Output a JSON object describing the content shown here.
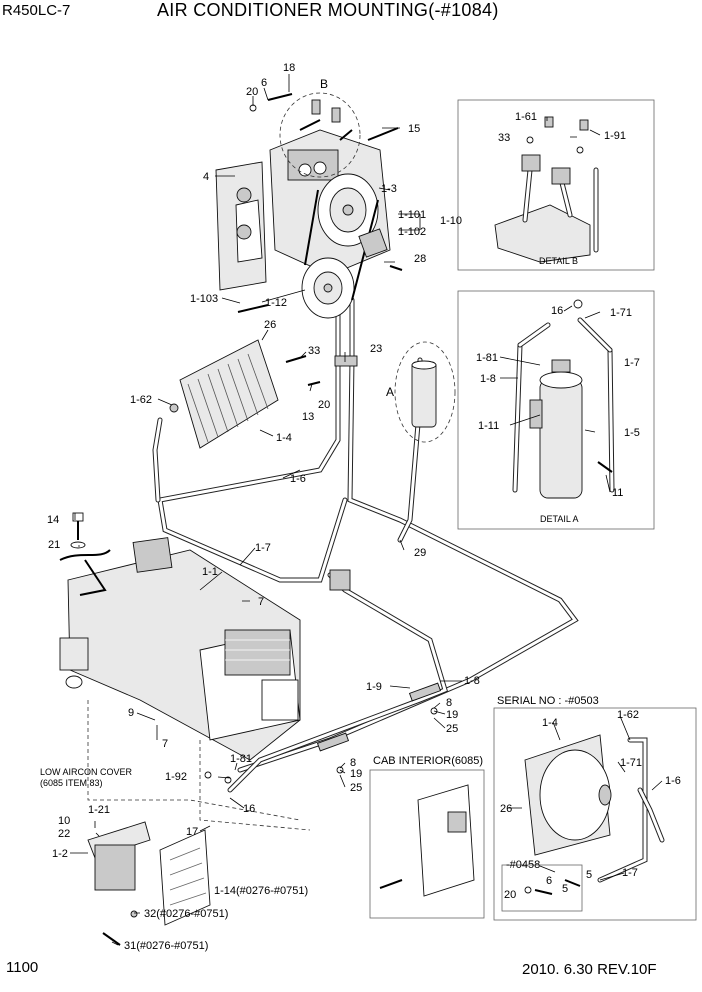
{
  "header": {
    "model": "R450LC-7",
    "title": "AIR CONDITIONER MOUNTING(-#1084)"
  },
  "footer": {
    "page_number": "1100",
    "revision": "2010. 6.30  REV.10F"
  },
  "detail_labels": {
    "detail_b": "DETAIL B",
    "detail_a": "DETAIL A",
    "marker_a": "A",
    "marker_b": "B",
    "serial": "SERIAL NO : -#0503",
    "cab_interior": "CAB INTERIOR(6085)",
    "low_cover_line1": "LOW AIRCON COVER",
    "low_cover_line2": "(6085 ITEM 83)",
    "serial_range": "-#0458"
  },
  "callouts": {
    "c18": "18",
    "c6a": "6",
    "c20a": "20",
    "c15": "15",
    "c4": "4",
    "c1_3": "1-3",
    "c1_101": "1-101",
    "c1_10": "1-10",
    "c1_102": "1-102",
    "c28": "28",
    "c1_103": "1-103",
    "c1_12": "1-12",
    "c26a": "26",
    "c33a": "33",
    "c23": "23",
    "c1_62a": "1-62",
    "c13": "13",
    "c20b": "20",
    "c1_4a": "1-4",
    "c1_6a": "1-6",
    "c1_61": "1-61",
    "c33b": "33",
    "c1_91": "1-91",
    "c16a": "16",
    "c1_71a": "1-71",
    "c1_81a": "1-81",
    "c1_7a": "1-7",
    "c1_8a": "1-8",
    "c1_11": "1-11",
    "c1_5": "1-5",
    "c11": "11",
    "c14": "14",
    "c21": "21",
    "c1_7b": "1-7",
    "c29": "29",
    "c1_1": "1-1",
    "c7a": "7",
    "c1_8b": "1-8",
    "c1_9": "1-9",
    "c8a": "8",
    "c19a": "19",
    "c25a": "25",
    "c9": "9",
    "c7b": "7",
    "c1_81b": "1-81",
    "c1_92": "1-92",
    "c8b": "8",
    "c19b": "19",
    "c25b": "25",
    "c16b": "16",
    "c17": "17",
    "c10": "10",
    "c1_21": "1-21",
    "c22": "22",
    "c1_2": "1-2",
    "c1_14": "1-14(#0276-#0751)",
    "c32": "32(#0276-#0751)",
    "c31": "31(#0276-#0751)",
    "c1_4b": "1-4",
    "c1_62b": "1-62",
    "c1_71b": "1-71",
    "c1_6b": "1-6",
    "c26b": "26",
    "c1_7c": "1-7",
    "c5a": "5",
    "c20c": "20",
    "c6b": "6",
    "c5b": "5"
  }
}
